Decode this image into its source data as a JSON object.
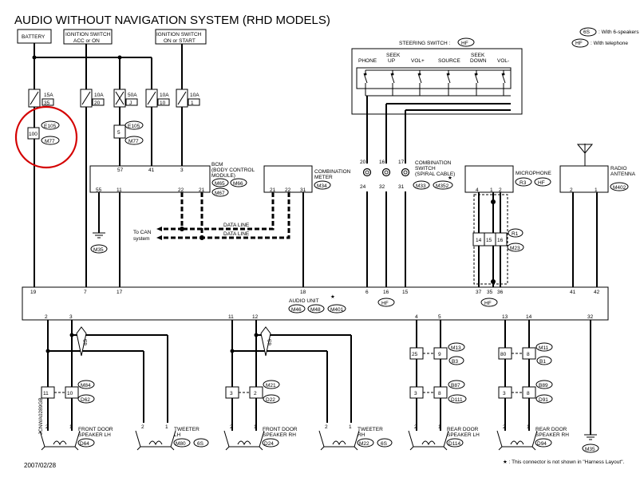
{
  "title": "AUDIO WITHOUT NAVIGATION SYSTEM (RHD MODELS)",
  "legend": {
    "s6_code": "6S",
    "s6_text": ": With 6-speakers",
    "hf_code": "HF",
    "hf_text": ": With telephone"
  },
  "battery": "BATTERY",
  "ign_acc": [
    "IGNITION SWITCH",
    "ACC or ON"
  ],
  "ign_on": [
    "IGNITION SWITCH",
    "ON or START"
  ],
  "steering_switch": "STEERING SWITCH :",
  "steering_code": "HF",
  "steer_buttons": [
    "PHONE",
    "SEEK",
    "UP",
    "VOL+",
    "SOURCE",
    "SEEK",
    "DOWN",
    "VOL-"
  ],
  "fuses": [
    "15A",
    "35",
    "10A",
    "20",
    "50A",
    "J",
    "10A",
    "10",
    "10A",
    "1"
  ],
  "conn_labels": {
    "e105": "E105",
    "m77": "M77",
    "pin100": "100",
    "pin5": "5"
  },
  "bcm": {
    "name": [
      "BCM",
      "(BODY CONTROL",
      "MODULE)"
    ],
    "conns": [
      "M65",
      "M66",
      "M67"
    ],
    "pins_top": [
      "57",
      "41",
      "3"
    ],
    "pins_bot": [
      "55",
      "11",
      "22",
      "21"
    ]
  },
  "meter": {
    "name": [
      "COMBINATION",
      "METER"
    ],
    "conn": "M34",
    "pins": [
      "21",
      "22",
      "31"
    ]
  },
  "comb_switch": {
    "name": [
      "COMBINATION",
      "SWITCH",
      "(SPIRAL CABLE)"
    ],
    "conns": [
      "M33",
      "M352"
    ],
    "pins_top": [
      "20",
      "16",
      "17"
    ],
    "pins_bot": [
      "24",
      "32",
      "31"
    ]
  },
  "microphone": {
    "name": "MICROPHONE",
    "conn": "R3",
    "code": "HF",
    "pins": [
      "4",
      "1",
      "2"
    ]
  },
  "antenna": {
    "name": [
      "RADIO",
      "ANTENNA"
    ],
    "conn": "M402",
    "pins": [
      "2",
      "1"
    ]
  },
  "r_conns": {
    "r1": "R1",
    "m23": "M23",
    "pins": [
      "14",
      "15",
      "16"
    ]
  },
  "ground": "M35",
  "data_line": [
    "DATA LINE",
    "DATA LINE"
  ],
  "can": [
    "To CAN",
    "system"
  ],
  "audio_unit": {
    "name": "AUDIO UNIT",
    "star": "★",
    "conns": [
      "M46",
      "M48",
      "M401"
    ],
    "pins_top": [
      "19",
      "7",
      "17",
      "18",
      "6",
      "16",
      "15",
      "37",
      "35",
      "36",
      "41",
      "42"
    ],
    "pins_bot": [
      "2",
      "3",
      "11",
      "12",
      "4",
      "5",
      "13",
      "14",
      "32"
    ],
    "hf": "HF"
  },
  "speakers": [
    {
      "name": [
        "FRONT DOOR",
        "SPEAKER LH"
      ],
      "conn": "D64"
    },
    {
      "name": [
        "TWEETER",
        "LH"
      ],
      "conn": "M80",
      "code": "6S"
    },
    {
      "name": [
        "FRONT DOOR",
        "SPEAKER RH"
      ],
      "conn": "D24"
    },
    {
      "name": [
        "TWEETER",
        "RH"
      ],
      "conn": "M22",
      "code": "6S"
    },
    {
      "name": [
        "REAR DOOR",
        "SPEAKER LH"
      ],
      "conn": "D114"
    },
    {
      "name": [
        "REAR DOOR",
        "SPEAKER RH"
      ],
      "conn": "D94"
    }
  ],
  "mid_conns": {
    "m84": "M84",
    "d62": "D62",
    "m21": "M21",
    "d22": "D22",
    "m13": "M13",
    "b3": "B3",
    "b87": "B87",
    "d111": "D111",
    "m11": "M11",
    "b1": "B1",
    "b89": "B89",
    "d91": "D91"
  },
  "mid_pins": {
    "a": [
      "11",
      "10"
    ],
    "b": [
      "3",
      "2"
    ],
    "c": [
      "25",
      "9",
      "3",
      "8"
    ],
    "d": [
      "80",
      "8",
      "3",
      "8"
    ]
  },
  "spk_pins": [
    "2",
    "1"
  ],
  "date": "2007/02/28",
  "side_code": "JCNWA0289GB",
  "footnote": "★ : This connector is not shown in \"Harness Layout\"."
}
